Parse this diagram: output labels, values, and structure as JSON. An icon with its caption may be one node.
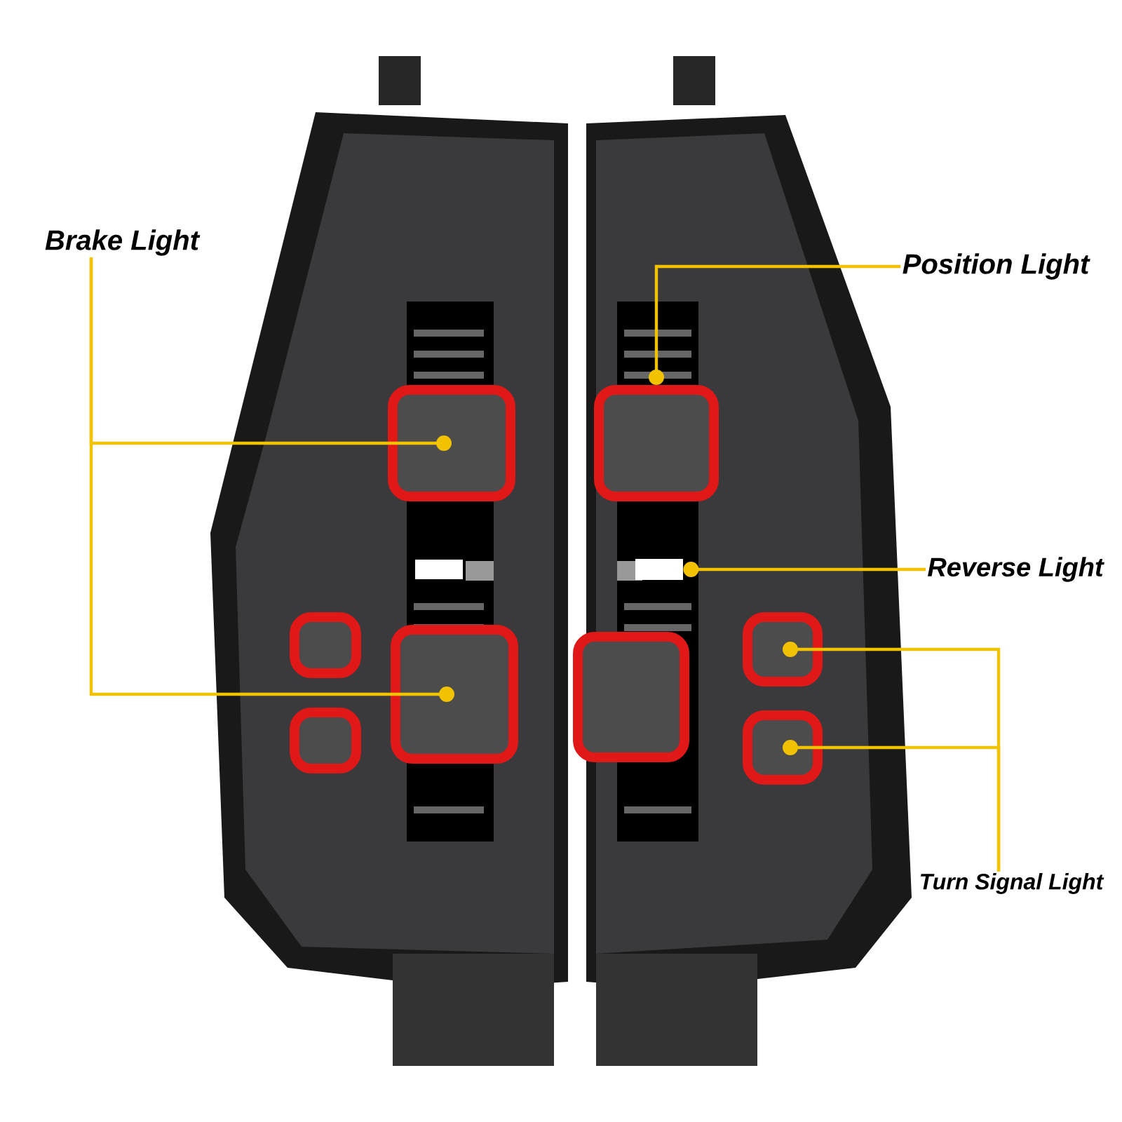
{
  "diagram": {
    "nodes": [
      {
        "text": [
          "Brake Light"
        ]
      },
      {
        "text": [],
        "shape": "box"
      },
      {
        "text": [],
        "shape": "box"
      },
      {
        "text": [
          "Position Light"
        ]
      },
      {
        "text": [],
        "shape": "box"
      },
      {
        "text": [
          "Reverse Light"
        ]
      },
      {
        "text": [],
        "shape": "bar"
      },
      {
        "text": [
          "Turn Signal Light"
        ]
      },
      {
        "text": [],
        "shape": "box"
      },
      {
        "text": [],
        "shape": "box"
      },
      {
        "text": [],
        "shape": "box"
      },
      {
        "text": [],
        "shape": "box"
      },
      {
        "text": [],
        "shape": "bar"
      },
      {
        "text": [],
        "shape": "box"
      }
    ],
    "edges": [
      {
        "from": 0,
        "to": 1,
        "arrow": "other"
      },
      {
        "from": 0,
        "to": 2,
        "arrow": "other"
      },
      {
        "from": 3,
        "to": 4,
        "arrow": "other"
      },
      {
        "from": 5,
        "to": 12,
        "arrow": "other"
      },
      {
        "from": 7,
        "to": 8,
        "arrow": "other"
      },
      {
        "from": 7,
        "to": 9,
        "arrow": "other"
      }
    ]
  }
}
